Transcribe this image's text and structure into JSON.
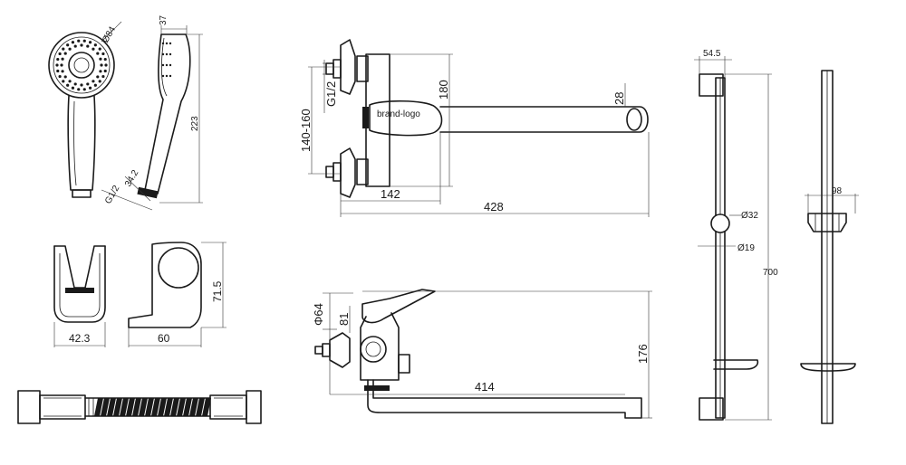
{
  "dimensions": {
    "head_diameter": "Ø84",
    "head_depth": "37",
    "handle_length": "223",
    "handle_grip": "34.2",
    "handle_thread": "G1/2",
    "holder_width": "42.3",
    "holder_depth": "60",
    "holder_height": "71.5",
    "mixer_center_distance": "140-160",
    "mixer_inlet": "G1/2",
    "mixer_height": "180",
    "spout_diameter": "28",
    "mixer_body_offset": "142",
    "spout_reach": "428",
    "side_body_diameter": "Φ64",
    "side_offset": "81",
    "side_height": "176",
    "side_spout_reach": "414",
    "bar_bracket": "54.5",
    "bar_slider_diameter": "Ø32",
    "bar_rod_diameter": "Ø19",
    "bar_length": "700",
    "bar_holder_width": "98"
  },
  "logos": {
    "mixer_brand": "brand-logo"
  }
}
